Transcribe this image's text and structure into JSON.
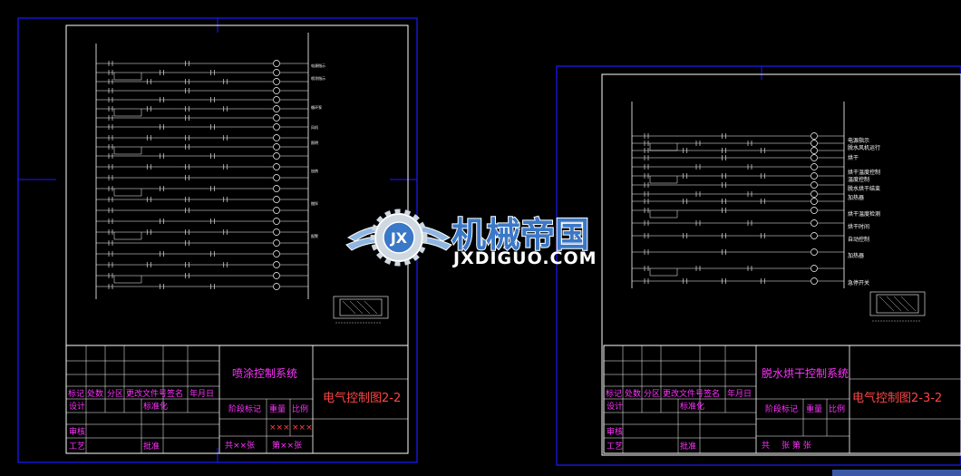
{
  "colors": {
    "background": "#000000",
    "frame_outer": "#1a1aff",
    "frame_inner": "#ffffff",
    "titleblock_text": "#ff33ff",
    "titleblock_ref": "#ff4444",
    "wire": "#ffffff",
    "terminal": "#ffffff",
    "label": "#ffffff"
  },
  "left_sheet": {
    "labels": [
      "电源指示",
      "喷涂指示",
      "循环泵",
      "风机",
      "照明",
      "加热",
      "搅拌",
      "报警"
    ],
    "titleblock": {
      "title": "喷涂控制系统",
      "drawing_ref": "电气控制图2-2",
      "headers": [
        "标记",
        "处数",
        "分区",
        "更改文件号",
        "签名",
        "年月日"
      ],
      "row_design": "设计",
      "row_standard": "标准化",
      "row_review": "审核",
      "row_process": "工艺",
      "row_approve": "批准",
      "stage_mark": "阶段标记",
      "weight": "重量",
      "scale": "比例",
      "weight_value": "×××",
      "scale_value": "×××",
      "sheet_total": "共××张",
      "sheet_no": "第××张"
    }
  },
  "right_sheet": {
    "labels": [
      "电源指示",
      "脱水风机运行",
      "烘干",
      "烘干温度控制",
      "温度控制",
      "脱水烘干结束",
      "加热器",
      "烘干温度检测",
      "烘干时间",
      "自动控制",
      "加热器",
      "急停开关"
    ],
    "titleblock": {
      "title": "脱水烘干控制系统",
      "drawing_ref": "电气控制图2-3-2",
      "headers": [
        "标记",
        "处数",
        "分区",
        "更改文件号",
        "签名",
        "年月日"
      ],
      "row_design": "设计",
      "row_standard": "标准化",
      "row_review": "审核",
      "row_process": "工艺",
      "row_approve": "批准",
      "stage_mark": "阶段标记",
      "weight": "重量",
      "scale": "比例",
      "sheet_total": "共",
      "sheet_no": "张 第 张"
    }
  },
  "watermark": {
    "cn": "机械帝国",
    "en": "JXDIGUO.COM",
    "logo_letters": "JX"
  },
  "icons": {
    "watermark_logo": "winged-gear-icon"
  }
}
